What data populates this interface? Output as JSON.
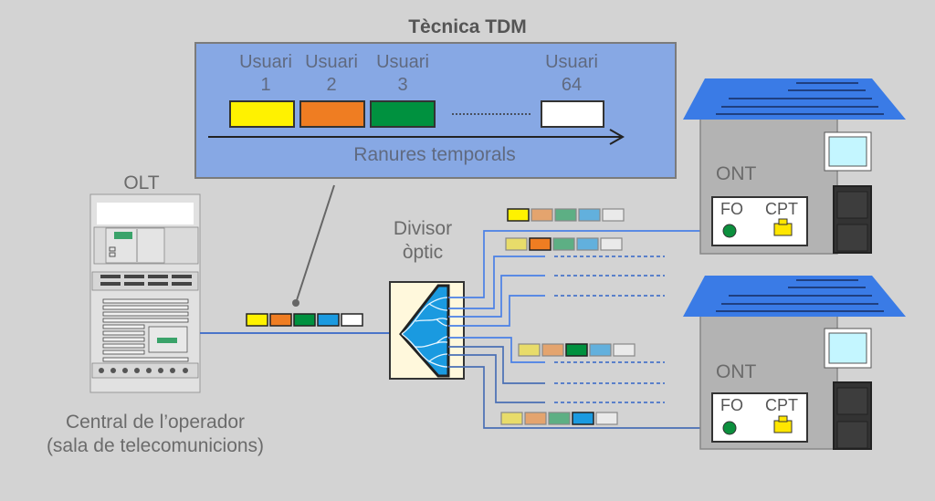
{
  "tdm": {
    "title": "Tècnica TDM",
    "users": [
      {
        "label": "Usuari",
        "number": "1",
        "color": "#fff200"
      },
      {
        "label": "Usuari",
        "number": "2",
        "color": "#ef7d22"
      },
      {
        "label": "Usuari",
        "number": "3",
        "color": "#00913f"
      },
      {
        "label": "Usuari",
        "number": "64",
        "color": "#ffffff"
      }
    ],
    "axis_label": "Ranures temporals"
  },
  "olt": {
    "label": "OLT",
    "caption_line1": "Central de l’operador",
    "caption_line2": "(sala de telecomunicions)"
  },
  "splitter": {
    "label_line1": "Divisor",
    "label_line2": "òptic"
  },
  "signal_frame": {
    "colors": [
      "#fff200",
      "#ef7d22",
      "#00913f",
      "#1a9ae0",
      "#ffffff"
    ]
  },
  "ont_units": [
    {
      "label": "ONT",
      "fo_label": "FO",
      "cpt_label": "CPT",
      "highlighted_slot": 1
    },
    {
      "label": "ONT",
      "fo_label": "FO",
      "cpt_label": "CPT",
      "highlighted_slot": 4
    }
  ],
  "colors": {
    "background": "#d3d3d3",
    "tdm_box": "#87a8e4",
    "roof": "#3a7be6",
    "fiber": "#4a74c9",
    "house_wall": "#b3b3b3"
  }
}
